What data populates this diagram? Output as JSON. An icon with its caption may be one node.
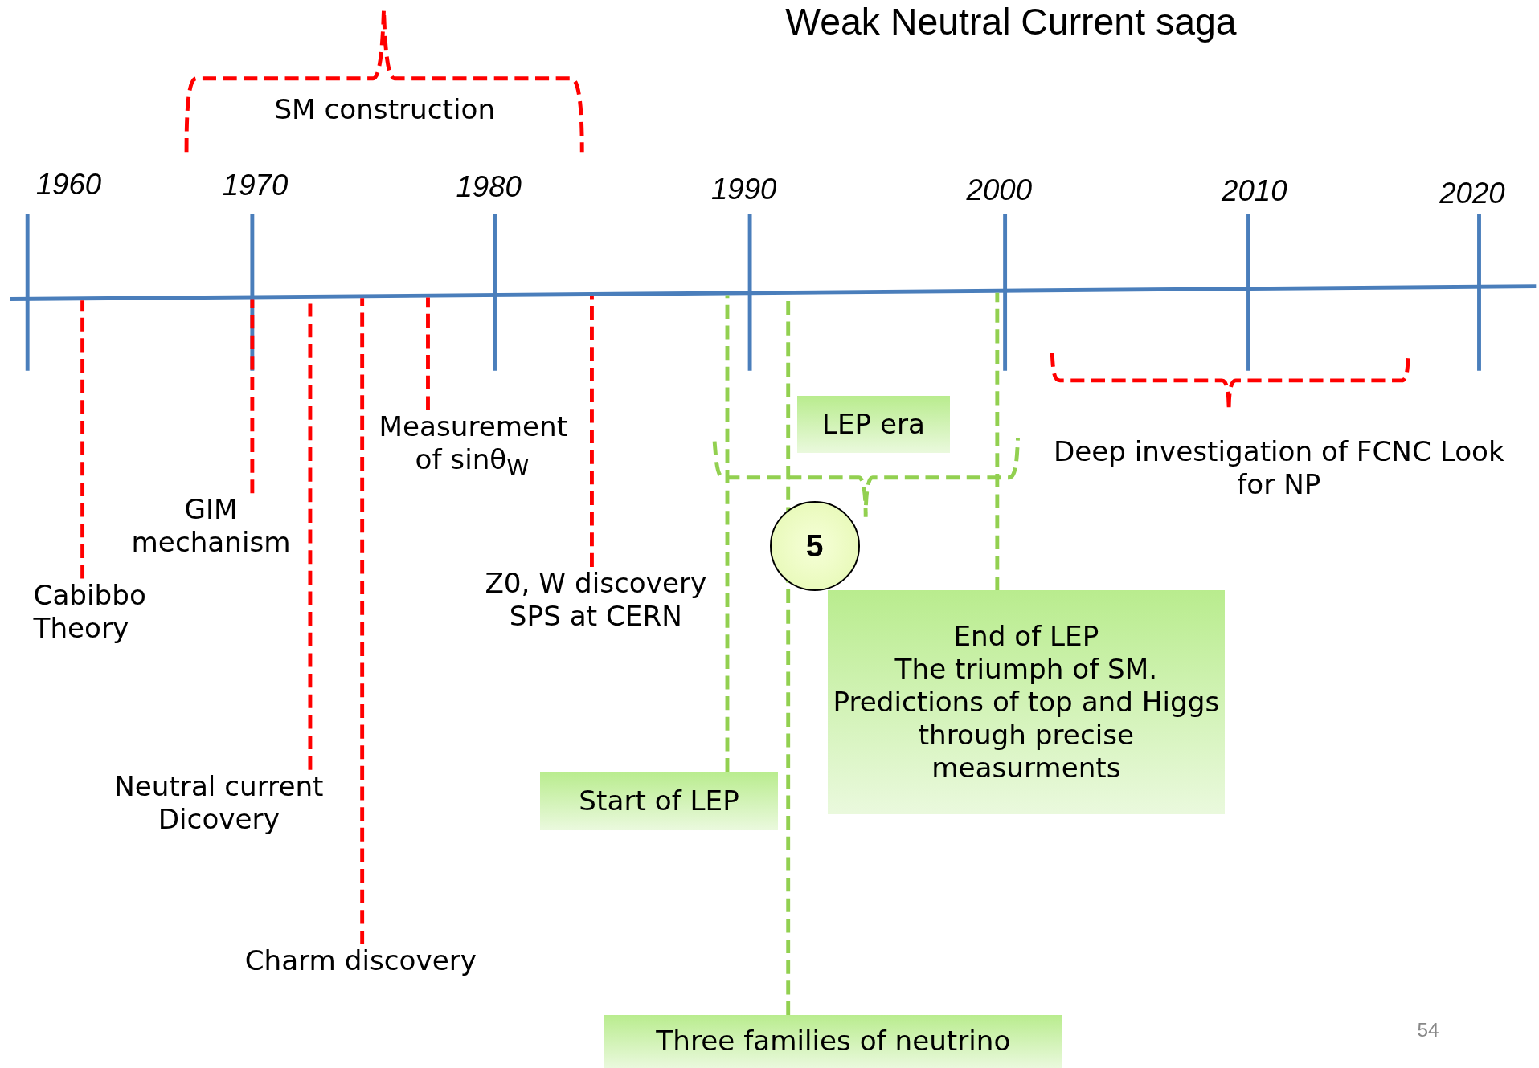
{
  "diagram": {
    "title": "Weak Neutral Current saga",
    "nodes": [
      {
        "text": [
          "LEP era"
        ]
      },
      {
        "text": [
          "Cabibbo Theory"
        ]
      },
      {
        "text": [
          "GIM mechanism"
        ]
      },
      {
        "text": [
          "Measurement of sinθ$_{W}$"
        ]
      },
      {
        "text": [
          "Z0, W discovery SPS at CERN"
        ]
      },
      {
        "text": [
          "5"
        ]
      },
      {
        "text": [
          "End of LEP",
          "The triumph of SM. Predictions of top and Higgs through precise measurments"
        ]
      },
      {
        "text": [
          "Start of LEP"
        ]
      },
      {
        "text": [
          "Neutral current Dicovery"
        ]
      },
      {
        "text": [
          "Charm discovery"
        ]
      },
      {
        "text": [
          "Three families of neutrino"
        ]
      }
    ],
    "edges": [
      {
        "from": 1,
        "to": null,
        "arrow": "none",
        "style": "dashed"
      },
      {
        "from": 2,
        "to": null,
        "arrow": "none",
        "style": "dashed"
      },
      {
        "from": 3,
        "to": null,
        "arrow": "none",
        "style": "dashed"
      },
      {
        "from": 4,
        "to": null,
        "arrow": "none",
        "style": "dashed"
      },
      {
        "from": 6,
        "to": null,
        "arrow": "none",
        "style": "dashed",
        "color": "#92d050"
      },
      {
        "from": 7,
        "to": null,
        "arrow": "none",
        "style": "dashed",
        "color": "#92d050"
      },
      {
        "from": 8,
        "to": null,
        "arrow": "none",
        "style": "dashed"
      },
      {
        "from": 9,
        "to": null,
        "arrow": "none",
        "style": "dashed"
      },
      {
        "from": 10,
        "to": null,
        "arrow": "none",
        "style": "dashed",
        "color": "#92d050"
      }
    ],
    "labels": [
      "1960",
      "1970",
      "1980",
      "1990",
      "2000",
      "2010",
      "2020",
      "SM construction",
      "Deep investigation of FCNC Look for NP",
      "54"
    ]
  }
}
